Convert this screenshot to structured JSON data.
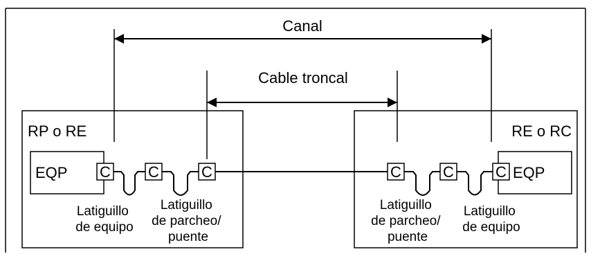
{
  "title_channel": "Canal",
  "title_trunk": "Cable troncal",
  "left_enclosure": {
    "label": "RP o RE",
    "equipment": "EQP",
    "connectors": [
      "C",
      "C",
      "C"
    ],
    "equipment_cord": [
      "Latiguillo",
      "de equipo"
    ],
    "patch_cord": [
      "Latiguillo",
      "de parcheo/",
      "puente"
    ]
  },
  "right_enclosure": {
    "label": "RE o RC",
    "equipment": "EQP",
    "connectors": [
      "C",
      "C",
      "C"
    ],
    "patch_cord": [
      "Latiguillo",
      "de parcheo/",
      "puente"
    ],
    "equipment_cord": [
      "Latiguillo",
      "de equipo"
    ]
  }
}
